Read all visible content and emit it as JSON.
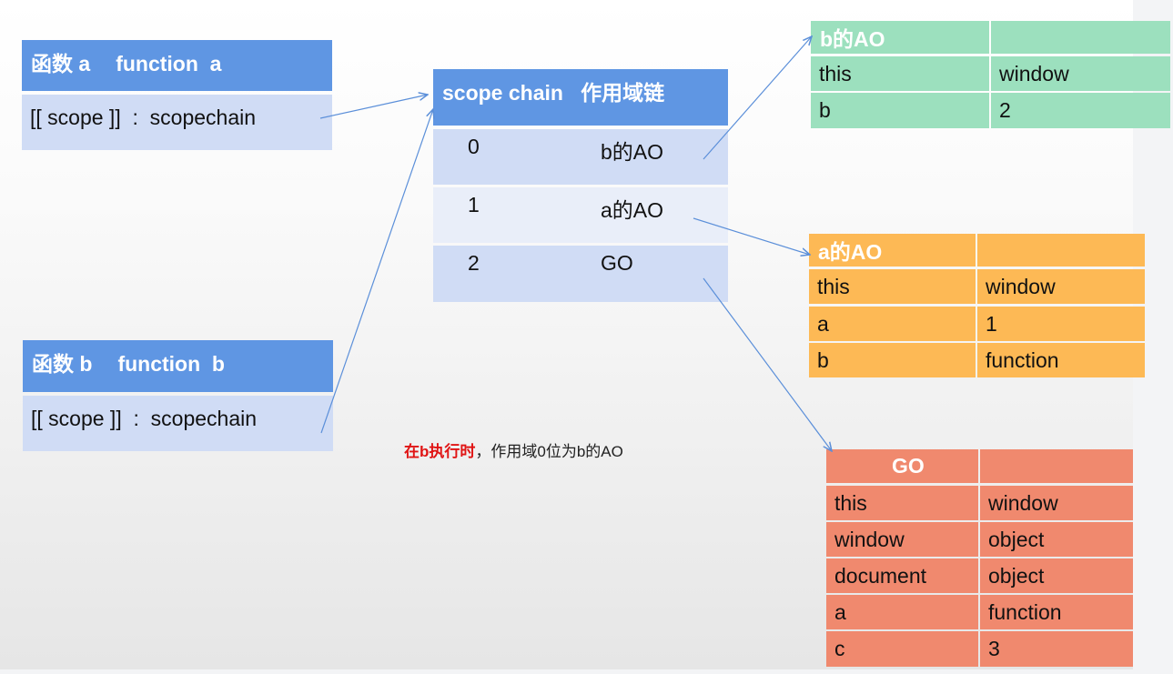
{
  "function_a": {
    "title_name": "函数 a",
    "title_func": "function  a",
    "scope_label": "[[ scope ]]  :  scopechain"
  },
  "function_b": {
    "title_name": "函数 b",
    "title_func": "function  b",
    "scope_label": "[[ scope ]]  :  scopechain"
  },
  "scope_chain": {
    "title": "scope chain   作用域链",
    "rows": [
      {
        "index": "0",
        "value": "b的AO"
      },
      {
        "index": "1",
        "value": "a的AO"
      },
      {
        "index": "2",
        "value": "GO"
      }
    ]
  },
  "b_ao": {
    "title": "b的AO",
    "rows": [
      {
        "key": "this",
        "value": "window"
      },
      {
        "key": "b",
        "value": "2"
      }
    ]
  },
  "a_ao": {
    "title": "a的AO",
    "rows": [
      {
        "key": "this",
        "value": "window"
      },
      {
        "key": "a",
        "value": "1"
      },
      {
        "key": "b",
        "value": "function"
      }
    ]
  },
  "go": {
    "title": "GO",
    "rows": [
      {
        "key": "this",
        "value": "window"
      },
      {
        "key": "window",
        "value": "object"
      },
      {
        "key": "document",
        "value": "object"
      },
      {
        "key": "a",
        "value": "function"
      },
      {
        "key": "c",
        "value": "3"
      }
    ]
  },
  "note": {
    "highlight": "在b执行时",
    "rest": "，作用域0位为b的AO"
  },
  "colors": {
    "blue_header": "#5f96e3",
    "blue_light": "#d0dcf5",
    "green": "#9ce0be",
    "orange": "#fdb955",
    "salmon": "#f0896e",
    "arrow": "#5b8fd9",
    "note_red": "#e01414"
  }
}
